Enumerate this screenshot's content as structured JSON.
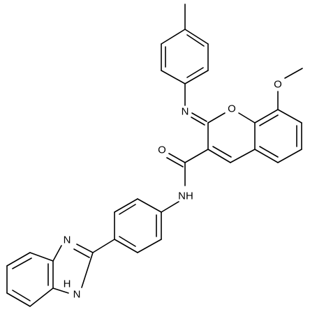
{
  "atoms": {
    "oxygen_methoxy": "O",
    "oxygen_ring": "O",
    "nitrogen_imine": "N",
    "oxygen_carbonyl": "O",
    "amide_nh": "NH",
    "benzimidazole_n": "N",
    "benzimidazole_nh": "N",
    "benzimidazole_h": "H"
  },
  "colors": {
    "line": "#000000",
    "background": "#ffffff"
  }
}
